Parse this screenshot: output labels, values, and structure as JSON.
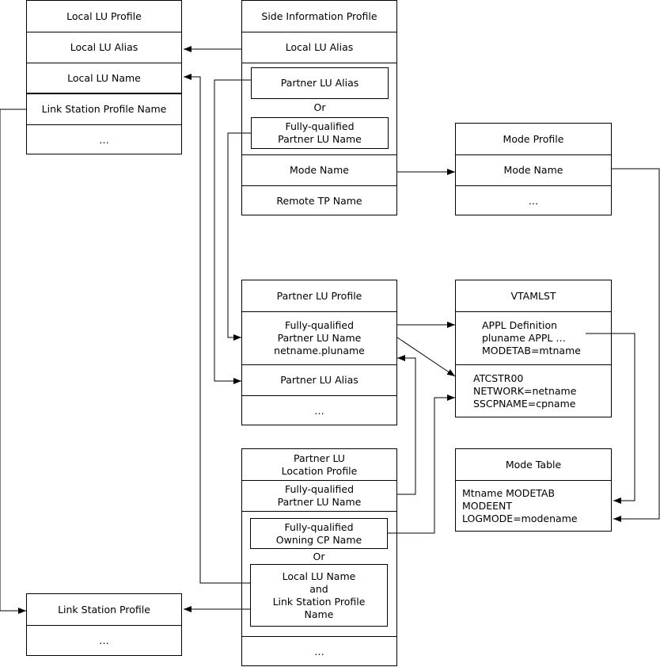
{
  "local_lu_profile": {
    "title": "Local LU Profile",
    "alias": "Local LU Alias",
    "name": "Local LU Name",
    "link_station_profile_name": "Link Station Profile Name",
    "more": "…"
  },
  "side_info_profile": {
    "title": "Side Information Profile",
    "local_lu_alias": "Local LU Alias",
    "partner_lu_alias": "Partner LU Alias",
    "or": "Or",
    "fq_partner_lu_name": "Fully-qualified\nPartner LU Name",
    "mode_name": "Mode Name",
    "remote_tp_name": "Remote TP Name"
  },
  "mode_profile": {
    "title": "Mode Profile",
    "mode_name": "Mode Name",
    "more": "…"
  },
  "partner_lu_profile": {
    "title": "Partner LU Profile",
    "fq_name": "Fully-qualified\nPartner LU Name\nnetname.pluname",
    "alias": "Partner LU Alias",
    "more": "…"
  },
  "vtamlst": {
    "title": "VTAMLST",
    "appl": "APPL Definition\npluname APPL …\n  MODETAB=mtname",
    "atcstr": "ATCSTR00\n    NETWORK=netname\n    SSCPNAME=cpname"
  },
  "mode_table": {
    "title": "Mode Table",
    "body": "Mtname MODETAB\n    MODEENT\n        LOGMODE=modename"
  },
  "partner_lu_location_profile": {
    "title": "Partner LU\nLocation Profile",
    "fq_partner_lu_name": "Fully-qualified\nPartner LU Name",
    "fq_owning_cp_name": "Fully-qualified\nOwning CP Name",
    "or": "Or",
    "local_lu_and_link": "Local LU Name\nand\nLink Station Profile\nName",
    "more": "…"
  },
  "link_station_profile": {
    "title": "Link Station Profile",
    "more": "…"
  }
}
